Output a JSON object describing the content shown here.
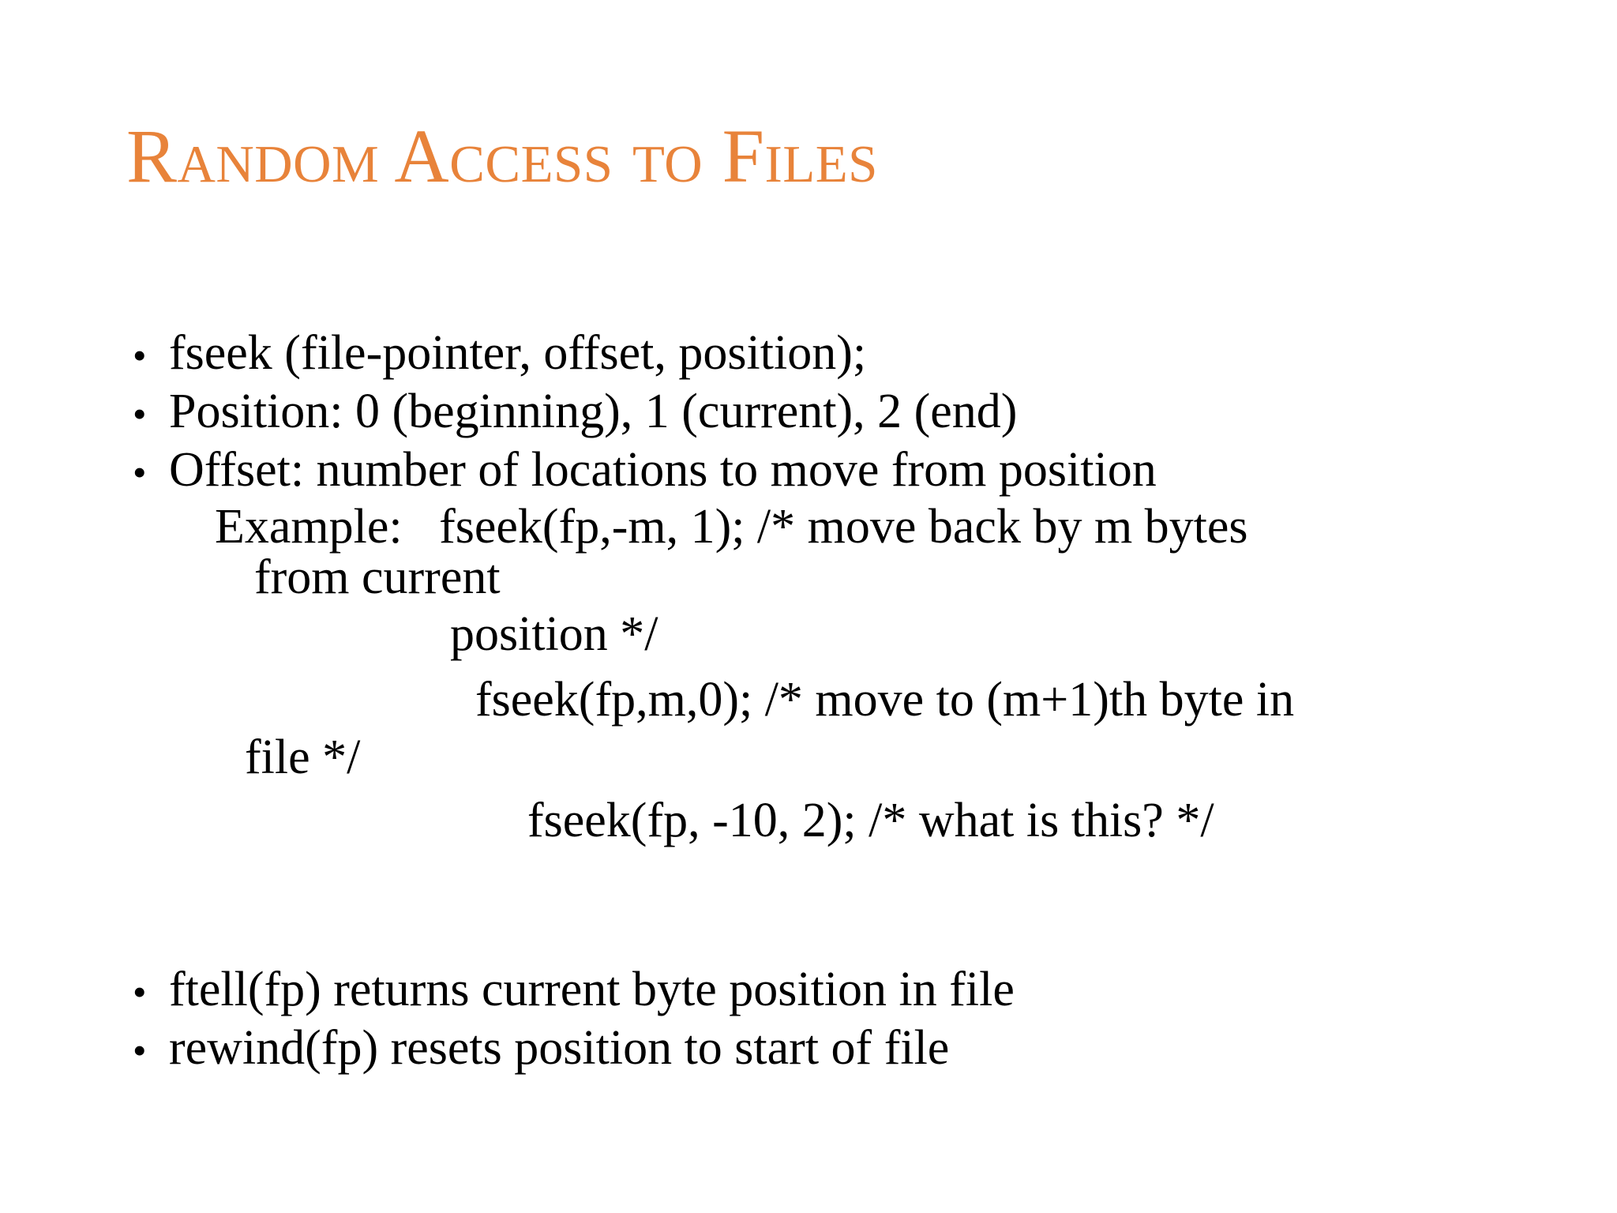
{
  "slide": {
    "title": {
      "lead": "Random",
      "rest": " Access to Files",
      "full": "RANDOM ACCESS TO FILES",
      "color": "#E8833A"
    },
    "bullet_glyph": "•",
    "bullets": [
      {
        "id": "fseek-signature",
        "text": "fseek (file-pointer, offset, position);"
      },
      {
        "id": "position-values",
        "text": "Position: 0 (beginning), 1 (current), 2 (end)"
      },
      {
        "id": "offset-meaning",
        "text": "Offset: number of locations to move from position"
      }
    ],
    "example_lines": [
      {
        "id": "example-fseek-back",
        "text": "Example:   fseek(fp,-m, 1); /* move back by m bytes"
      },
      {
        "id": "example-from-current",
        "text": "from current"
      },
      {
        "id": "example-position-close",
        "text": "position */"
      },
      {
        "id": "example-fseek-absolute",
        "text": "fseek(fp,m,0); /* move to (m+1)th byte in"
      },
      {
        "id": "example-file-close",
        "text": "file */"
      },
      {
        "id": "example-fseek-end",
        "text": "fseek(fp, -10, 2); /* what is this? */"
      }
    ],
    "bullets_tail": [
      {
        "id": "ftell-desc",
        "text": "ftell(fp) returns current byte position in file"
      },
      {
        "id": "rewind-desc",
        "text": "rewind(fp) resets position to start of file"
      }
    ]
  }
}
